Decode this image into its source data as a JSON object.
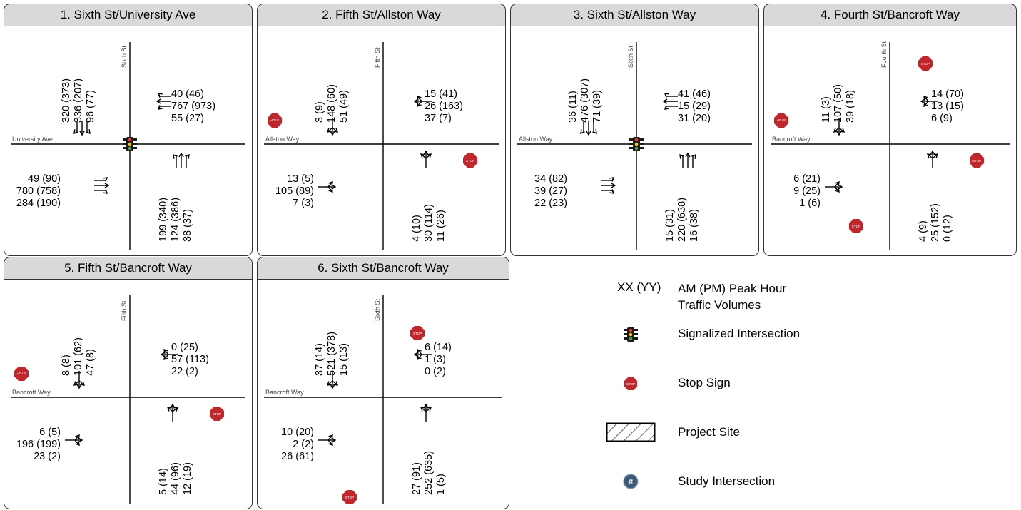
{
  "panels": [
    {
      "title": "1. Sixth St/University Ave",
      "control": "signal",
      "ns_street": "Sixth St",
      "ew_street": "University Ave",
      "sb": [
        "320 (373)",
        "336 (207)",
        "96 (77)"
      ],
      "wb": [
        "40 (46)",
        "767 (973)",
        "55 (27)"
      ],
      "eb": [
        "49 (90)",
        "780 (758)",
        "284 (190)"
      ],
      "nb": [
        "199 (340)",
        "124 (386)",
        "38 (37)"
      ],
      "stop_signs": []
    },
    {
      "title": "2. Fifth St/Allston Way",
      "control": "stop",
      "ns_street": "Fifth St",
      "ew_street": "Allston Way",
      "sb": [
        "3 (9)",
        "148 (60)",
        "51 (49)"
      ],
      "wb": [
        "15 (41)",
        "26 (163)",
        "37 (7)"
      ],
      "eb": [
        "13 (5)",
        "105 (89)",
        "7 (3)"
      ],
      "nb": [
        "4 (10)",
        "30 (114)",
        "11 (26)"
      ],
      "stop_signs": [
        "nw",
        "se"
      ]
    },
    {
      "title": "3. Sixth St/Allston Way",
      "control": "signal",
      "ns_street": "Sixth St",
      "ew_street": "Allston Way",
      "sb": [
        "36 (11)",
        "476 (307)",
        "71 (39)"
      ],
      "wb": [
        "41 (46)",
        "15 (29)",
        "31 (20)"
      ],
      "eb": [
        "34 (82)",
        "39 (27)",
        "22 (23)"
      ],
      "nb": [
        "15 (31)",
        "220 (638)",
        "16 (38)"
      ],
      "stop_signs": []
    },
    {
      "title": "4. Fourth St/Bancroft Way",
      "control": "stop",
      "ns_street": "Fourth St",
      "ew_street": "Bancroft Way",
      "sb": [
        "11 (3)",
        "107 (50)",
        "39 (18)"
      ],
      "wb": [
        "14 (70)",
        "13 (15)",
        "6 (9)"
      ],
      "eb": [
        "6 (21)",
        "9 (25)",
        "1 (6)"
      ],
      "nb": [
        "4 (9)",
        "25 (152)",
        "0 (12)"
      ],
      "stop_signs": [
        "ne",
        "nw",
        "se",
        "sw"
      ]
    },
    {
      "title": "5. Fifth St/Bancroft Way",
      "control": "stop",
      "ns_street": "Fifth St",
      "ew_street": "Bancroft Way",
      "sb": [
        "8 (8)",
        "101 (62)",
        "47 (8)"
      ],
      "wb": [
        "0 (25)",
        "57 (113)",
        "22 (2)"
      ],
      "eb": [
        "6 (5)",
        "196 (199)",
        "23 (2)"
      ],
      "nb": [
        "5 (14)",
        "44 (96)",
        "12 (19)"
      ],
      "stop_signs": [
        "nw",
        "se"
      ]
    },
    {
      "title": "6. Sixth St/Bancroft Way",
      "control": "stop",
      "ns_street": "Sixth St",
      "ew_street": "Bancroft Way",
      "sb": [
        "37 (14)",
        "521 (378)",
        "15 (13)"
      ],
      "wb": [
        "6 (14)",
        "1 (3)",
        "0 (2)"
      ],
      "eb": [
        "10 (20)",
        "2 (2)",
        "26 (61)"
      ],
      "nb": [
        "27 (91)",
        "252 (635)",
        "1 (5)"
      ],
      "stop_signs": [
        "ne",
        "sw"
      ]
    }
  ],
  "stop_text": "STOP",
  "legend": {
    "volume_symbol": "XX (YY)",
    "volume_desc_line1": "AM (PM) Peak Hour",
    "volume_desc_line2": "Traffic Volumes",
    "signal_desc": "Signalized Intersection",
    "stop_desc": "Stop Sign",
    "project_desc": "Project Site",
    "study_symbol": "#",
    "study_desc": "Study Intersection"
  },
  "colors": {
    "header_fill": "#d9d9d9",
    "stop_red": "#c0272d",
    "study_blue": "#3f5a78",
    "signal_red": "#e53935",
    "signal_yellow": "#f4c20d",
    "signal_green": "#43a047"
  }
}
